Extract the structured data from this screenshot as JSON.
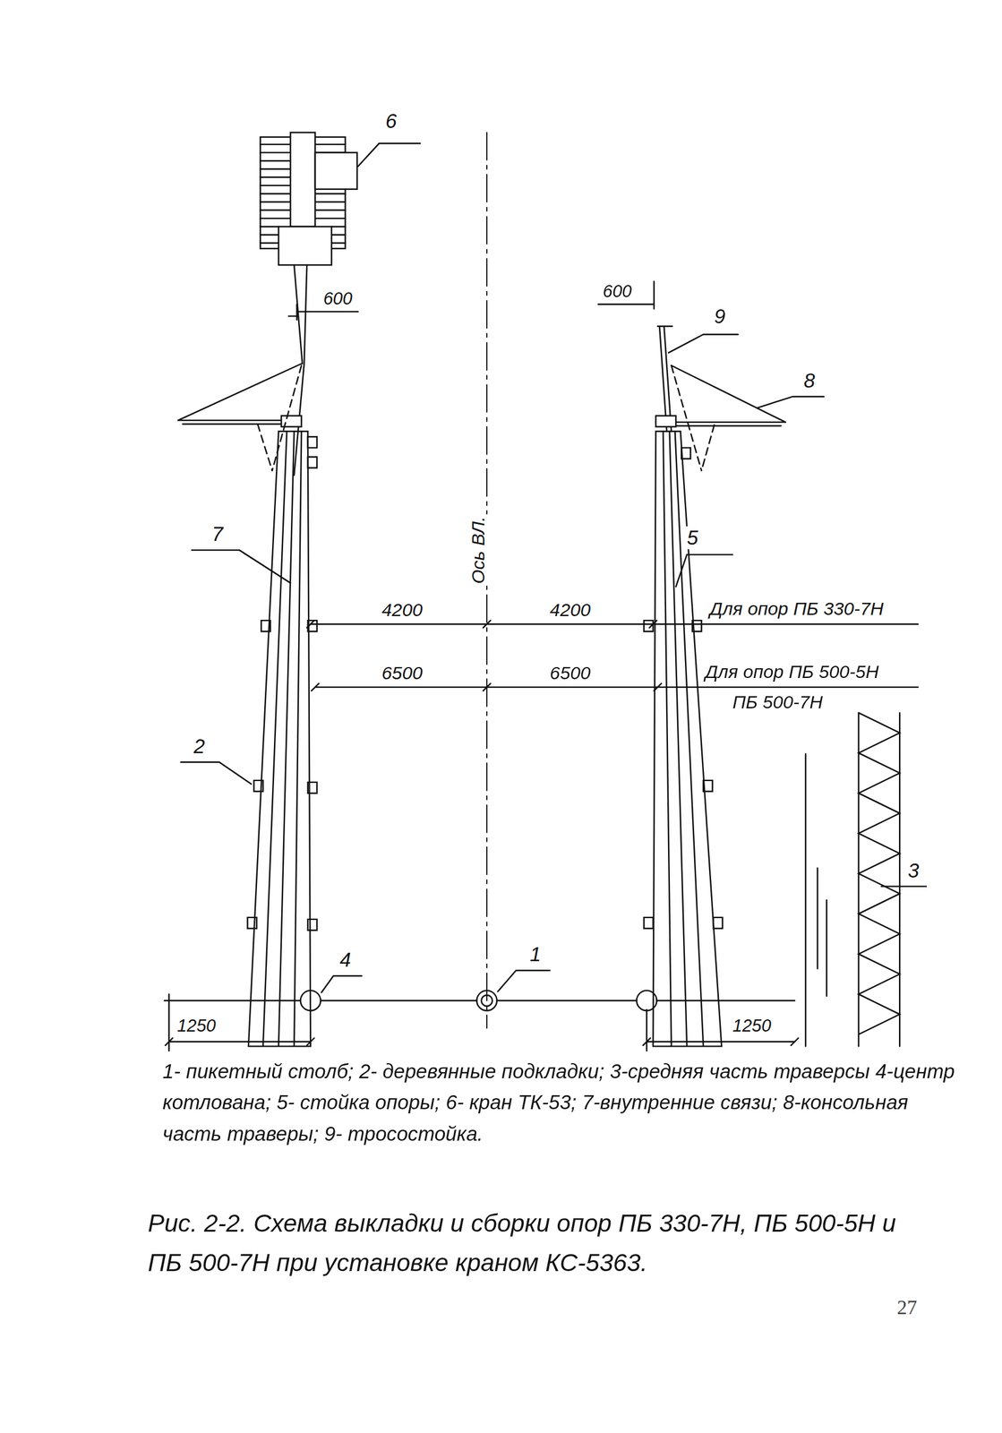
{
  "diagram": {
    "caption": "Рис. 2-2. Схема выкладки и сборки опор ПБ 330-7Н, ПБ 500-5Н и ПБ 500-7Н при установке краном КС-5363.",
    "labels": [
      "6",
      "600",
      "600",
      "9",
      "8",
      "7",
      "Ось ВЛ.",
      "5",
      "4200",
      "4200",
      "Для опор ПБ 330-7Н",
      "6500",
      "6500",
      "Для опор ПБ 500-5Н",
      "ПБ 500-7Н",
      "2",
      "3",
      "4",
      "1",
      "1250",
      "1250",
      "1- пикетный столб; 2- деревянные подкладки; 3-средняя часть траверсы 4-центр котлована; 5- стойка опоры; 6- кран ТК-53; 7-внутренние связи; 8-консольная часть траверы; 9- тросостойка.",
      "27"
    ]
  }
}
